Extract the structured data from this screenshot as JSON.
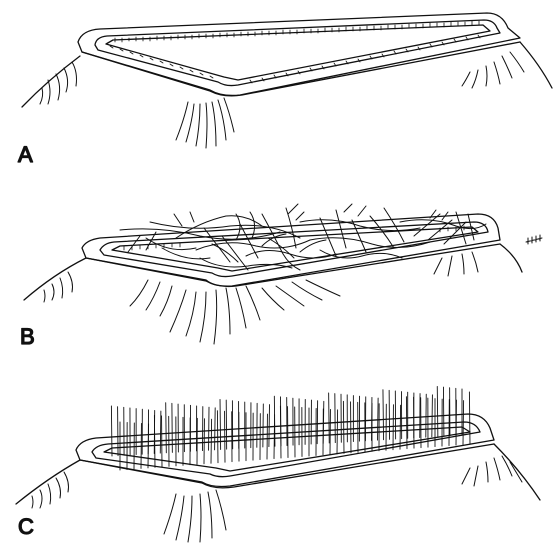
{
  "panels": [
    {
      "label": "A",
      "name": "panel-a",
      "content": "empty"
    },
    {
      "label": "B",
      "name": "panel-b",
      "content": "tangled-fibers"
    },
    {
      "label": "C",
      "name": "panel-c",
      "content": "aligned-fibers"
    }
  ],
  "colors": {
    "ink": "#111111",
    "background": "#ffffff"
  }
}
